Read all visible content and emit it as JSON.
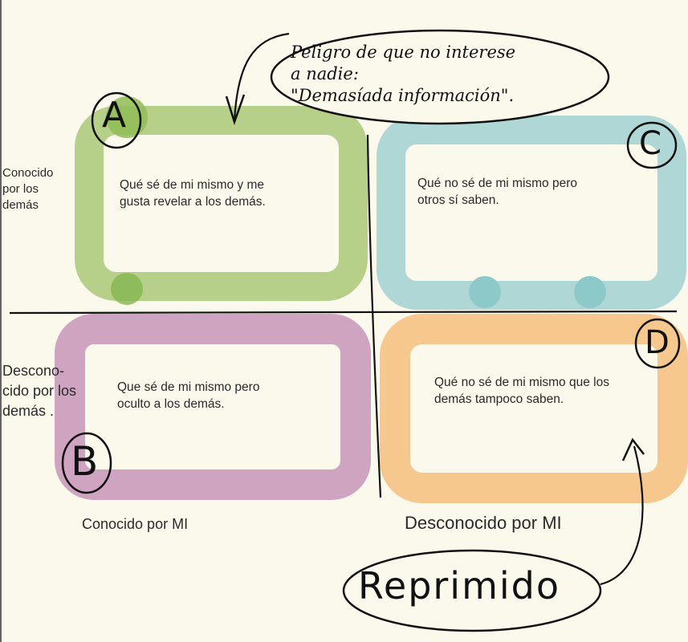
{
  "quadrants": {
    "a": {
      "letter": "A",
      "text": "Qué sé de mi mismo y me\ngusta revelar a los demás.",
      "color": "#b6d08a"
    },
    "b": {
      "letter": "B",
      "text": "Que sé de mi mismo pero\noculto a los demás.",
      "color": "#cfa4c0"
    },
    "c": {
      "letter": "C",
      "text": "Qué no sé de mi mismo pero\notros sí saben.",
      "color": "#aed7d6"
    },
    "d": {
      "letter": "D",
      "text": "Qué no sé de mi mismo que los\ndemás tampoco saben.",
      "color": "#f6c88e"
    }
  },
  "rows": {
    "top": "Conocido\npor los\ndemás",
    "bottom": "Descono-\ncido por los\ndemás ."
  },
  "columns": {
    "left": "Conocido por MI",
    "right": "Desconocido por MI"
  },
  "notes": {
    "danger": "Peligro de que no interese\na nadie:\n\"Demasíada información\".",
    "repressed": "Reprimido"
  },
  "colors": {
    "background": "#fbf8ec",
    "ink": "#111111"
  }
}
